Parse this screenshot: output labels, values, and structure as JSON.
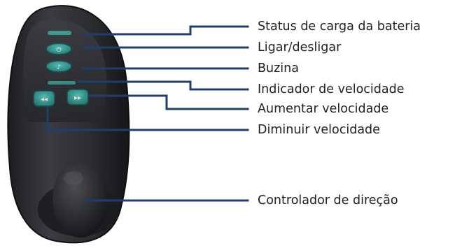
{
  "figure": {
    "background_color": "#ffffff",
    "leader_line_color": "#1e3f6e",
    "device_body_color": "#2b2d31",
    "button_accent_color": "#3fa9a0",
    "callouts": [
      {
        "id": "battery-status",
        "label": "Status de carga da bateria"
      },
      {
        "id": "power",
        "label": "Ligar/desligar"
      },
      {
        "id": "horn",
        "label": "Buzina"
      },
      {
        "id": "speed-indicator",
        "label": "Indicador de velocidade"
      },
      {
        "id": "speed-up",
        "label": "Aumentar velocidade"
      },
      {
        "id": "speed-down",
        "label": "Diminuir velocidade"
      },
      {
        "id": "joystick",
        "label": "Controlador de direção"
      }
    ]
  }
}
